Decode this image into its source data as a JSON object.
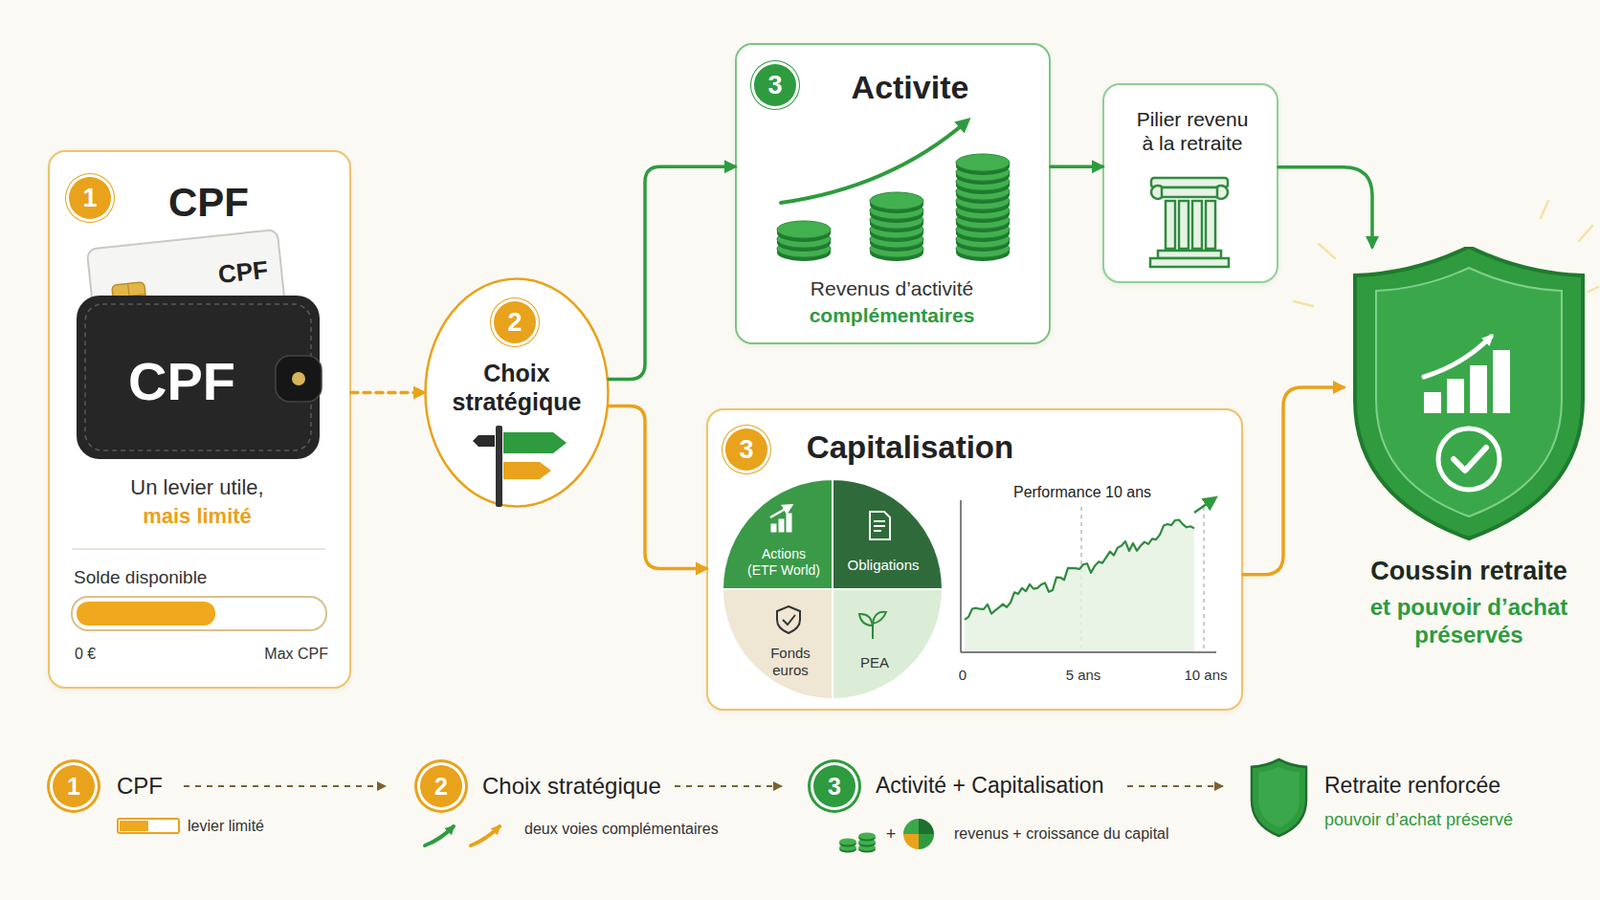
{
  "diagram": {
    "nodes": [
      {
        "text": [
          "CPF",
          "Un levier utile,",
          "mais limité",
          "Solde disponible",
          "0 €",
          "Max CPF"
        ]
      },
      {
        "text": [
          "1"
        ],
        "in": 0
      },
      {
        "text": [
          "Choix stratégique"
        ]
      },
      {
        "text": [
          "2"
        ],
        "in": 2
      },
      {
        "text": [
          "Activite",
          "Revenus d’activité",
          "complémentaires"
        ]
      },
      {
        "text": [
          "3"
        ],
        "in": 4
      },
      {
        "text": [
          "Pilier revenu à la retraite"
        ]
      },
      {
        "text": [
          "Capitalisation",
          "Performance 10 ans",
          "0",
          "5 ans",
          "10 ans"
        ]
      },
      {
        "text": [
          "3"
        ],
        "in": 7
      },
      {
        "text": [
          "Actions (ETF World)"
        ],
        "in": 7
      },
      {
        "text": [
          "Obligations"
        ],
        "in": 7
      },
      {
        "text": [
          "Fonds euros"
        ],
        "in": 7
      },
      {
        "text": [
          "PEA"
        ],
        "in": 7
      },
      {
        "text": [
          "Coussin retraite",
          "et pouvoir d’achat préservés"
        ]
      },
      {
        "text": [
          "1"
        ]
      },
      {
        "text": [
          "2"
        ]
      },
      {
        "text": [
          "3"
        ]
      }
    ],
    "edges": [
      {
        "from": 0,
        "to": 2,
        "arrow": "to"
      },
      {
        "from": 2,
        "to": 4,
        "arrow": "to"
      },
      {
        "from": 2,
        "to": 7,
        "arrow": "to"
      },
      {
        "from": 4,
        "to": 6,
        "arrow": "to"
      },
      {
        "from": 6,
        "to": 13,
        "arrow": "to"
      },
      {
        "from": 7,
        "to": 13,
        "arrow": "to"
      }
    ],
    "labels": [
      "CPF",
      "CPF",
      "CPF",
      "levier limité",
      "Choix stratégique",
      "deux voies complémentaires",
      "Activité + Capitalisation",
      "+",
      "revenus + croissance du capital",
      "Retraite renforcée",
      "pouvoir d’achat préservé"
    ]
  }
}
